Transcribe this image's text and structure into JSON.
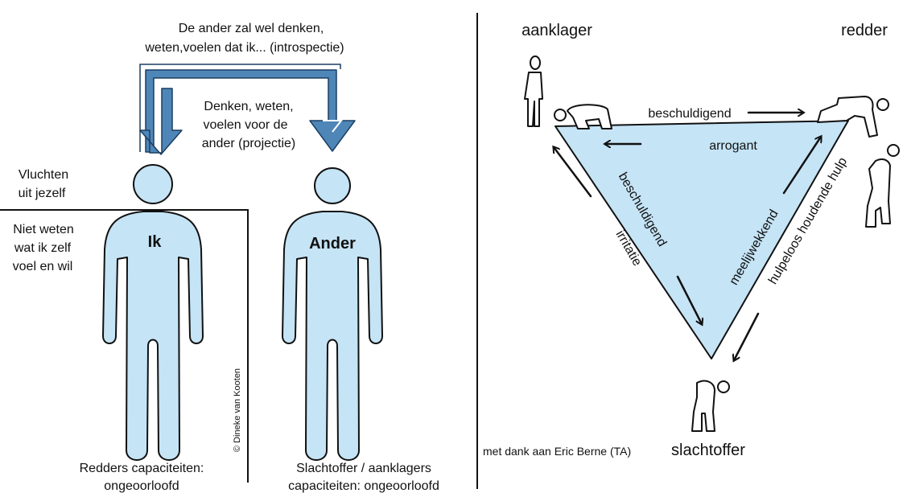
{
  "left_panel": {
    "top_caption_line1": "De ander zal wel denken,",
    "top_caption_line2": "weten,voelen dat ik... (introspectie)",
    "projection_line1": "Denken, weten,",
    "projection_line2": "voelen voor de",
    "projection_line3": "ander  (projectie)",
    "flee_line1": "Vluchten",
    "flee_line2": "uit jezelf",
    "notknow_line1": "Niet weten",
    "notknow_line2": "wat ik zelf",
    "notknow_line3": "voel en wil",
    "figure_ik_label": "Ik",
    "figure_ander_label": "Ander",
    "copyright": "© Dineke van Kooten",
    "ik_caption_line1": "Redders capaciteiten:",
    "ik_caption_line2": "ongeoorloofd",
    "ander_caption_line1": "Slachtoffer / aanklagers",
    "ander_caption_line2": "capaciteiten: ongeoorloofd"
  },
  "right_panel": {
    "role_accuser": "aanklager",
    "role_rescuer": "redder",
    "role_victim": "slachtoffer",
    "edge_top_outer": "beschuldigend",
    "edge_top_inner": "arrogant",
    "edge_left_inner": "beschuldigend",
    "edge_left_outer": "irritatie",
    "edge_right_inner": "meelijwekkend",
    "edge_right_outer": "hulpeloos houdende hulp",
    "credit": "met dank aan Eric Berne (TA)"
  },
  "colors": {
    "figure_fill": "#c5e4f6",
    "triangle_fill": "#c5e4f6",
    "arrow_blue": "#4f86b8",
    "stroke": "#111111"
  }
}
